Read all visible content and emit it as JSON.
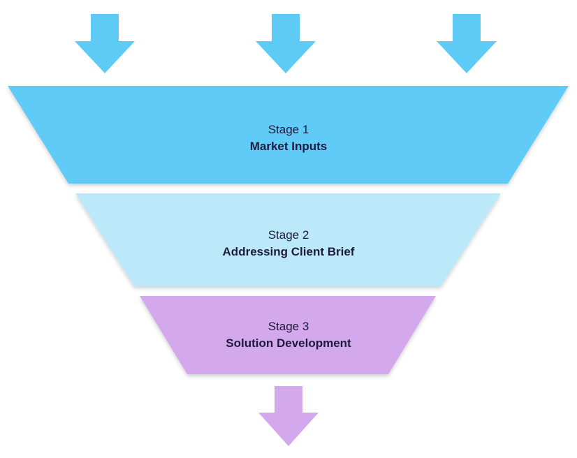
{
  "colors": {
    "stage1": "#5ecbf6",
    "stage2": "#bce9f9",
    "stage3": "#d4a8ec",
    "arrow_input": "#5ecbf6",
    "arrow_output": "#d4a8ec",
    "text": "#1f1a3d"
  },
  "stages": [
    {
      "number_label": "Stage 1",
      "name": "Market Inputs"
    },
    {
      "number_label": "Stage 2",
      "name": "Addressing Client Brief"
    },
    {
      "number_label": "Stage 3",
      "name": "Solution Development"
    }
  ],
  "input_arrows": [
    "down-arrow-icon",
    "down-arrow-icon",
    "down-arrow-icon"
  ],
  "output_arrows": [
    "down-arrow-icon"
  ]
}
